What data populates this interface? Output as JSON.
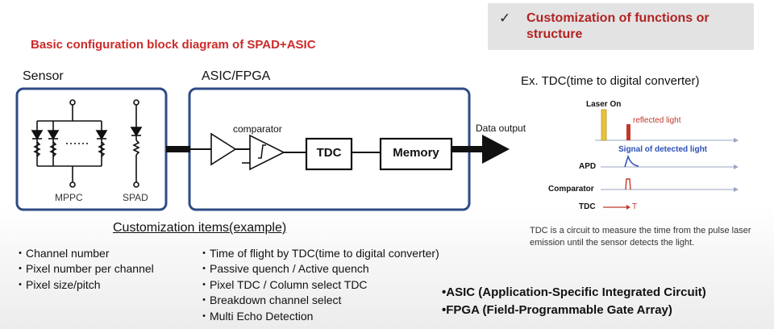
{
  "callout": {
    "check": "✓",
    "text": "Customization of functions or structure"
  },
  "diagram": {
    "title": "Basic configuration block diagram of SPAD+ASIC",
    "sensor_label": "Sensor",
    "asic_label": "ASIC/FPGA",
    "mppc_label": "MPPC",
    "spad_label": "SPAD",
    "comparator_label": "comparator",
    "tdc_block": "TDC",
    "memory_block": "Memory",
    "data_output": "Data output"
  },
  "customization": {
    "title": "Customization items(example)",
    "left_items": [
      "Channel number",
      "Pixel number per channel",
      "Pixel size/pitch"
    ],
    "right_items": [
      "Time of flight by TDC(time to digital converter)",
      "Passive quench / Active quench",
      "Pixel TDC / Column select TDC",
      "Breakdown channel select",
      "Multi Echo Detection"
    ]
  },
  "acronyms": [
    "•ASIC (Application-Specific Integrated Circuit)",
    "•FPGA (Field-Programmable Gate Array)"
  ],
  "tdc_example": {
    "title": "Ex. TDC(time to digital converter)",
    "laser_on": "Laser On",
    "reflected": "reflected light",
    "signal": "Signal of detected light",
    "apd": "APD",
    "comparator": "Comparator",
    "tdc": "TDC",
    "t_symbol": "T",
    "note": "TDC is a circuit to measure the time from the pulse laser emission until the sensor detects the light."
  },
  "colors": {
    "frame": "#2e4b86",
    "title_red": "#cc2a2a",
    "callout_red": "#b32222",
    "laser_yellow": "#e8c23c",
    "reflect_red": "#c0392b",
    "signal_blue": "#2b4fb5"
  }
}
